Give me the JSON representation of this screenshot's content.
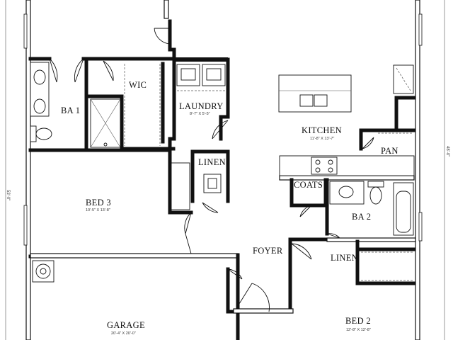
{
  "rooms": {
    "ba1": {
      "name": "BA 1"
    },
    "wic": {
      "name": "WIC"
    },
    "laundry": {
      "name": "LAUNDRY",
      "dim": "8'-7\" X 5'-5\""
    },
    "kitchen": {
      "name": "KITCHEN",
      "dim": "11'-8\" X 13'-7\""
    },
    "pan": {
      "name": "PAN"
    },
    "linen1": {
      "name": "LINEN"
    },
    "coats": {
      "name": "COATS"
    },
    "ba2": {
      "name": "BA 2"
    },
    "linen2": {
      "name": "LINEN"
    },
    "bed3": {
      "name": "BED 3",
      "dim": "10'-5\" X 13'-8\""
    },
    "foyer": {
      "name": "FOYER"
    },
    "garage": {
      "name": "GARAGE",
      "dim": "20'-4\" X 20'-0\""
    },
    "bed2": {
      "name": "BED 2",
      "dim": "12'-8\" X 12'-8\""
    }
  },
  "dimensions": {
    "left": "53'-0\"",
    "right": "48'-0\""
  }
}
